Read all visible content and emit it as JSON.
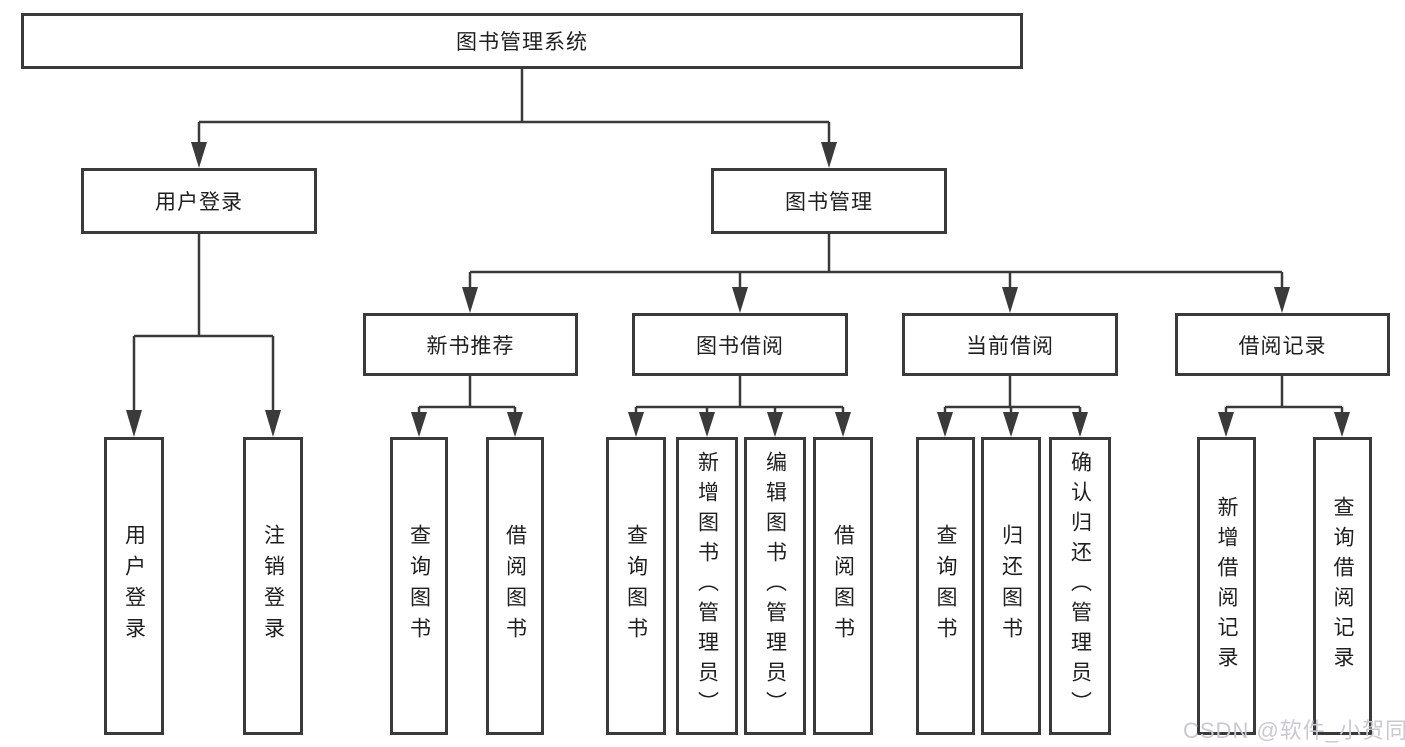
{
  "diagram": {
    "root": "图书管理系统",
    "branches": [
      {
        "label": "用户登录",
        "children": [
          "用户登录",
          "注销登录"
        ]
      },
      {
        "label": "图书管理",
        "groups": [
          {
            "label": "新书推荐",
            "children": [
              "查询图书",
              "借阅图书"
            ]
          },
          {
            "label": "图书借阅",
            "children": [
              "查询图书",
              "新增图书（管理员）",
              "编辑图书（管理员）",
              "借阅图书"
            ]
          },
          {
            "label": "当前借阅",
            "children": [
              "查询图书",
              "归还图书",
              "确认归还（管理员）"
            ]
          },
          {
            "label": "借阅记录",
            "children": [
              "新增借阅记录",
              "查询借阅记录"
            ]
          }
        ]
      }
    ]
  },
  "watermark": {
    "text": "CSDN @软件_小贺同学"
  },
  "colors": {
    "line": "#3a3a3a",
    "box_border": "#3a3a3a",
    "text": "#1f1f1f",
    "box_background": "#ffffff",
    "page_background": "#ffffff",
    "watermark": "#c9cad1"
  }
}
